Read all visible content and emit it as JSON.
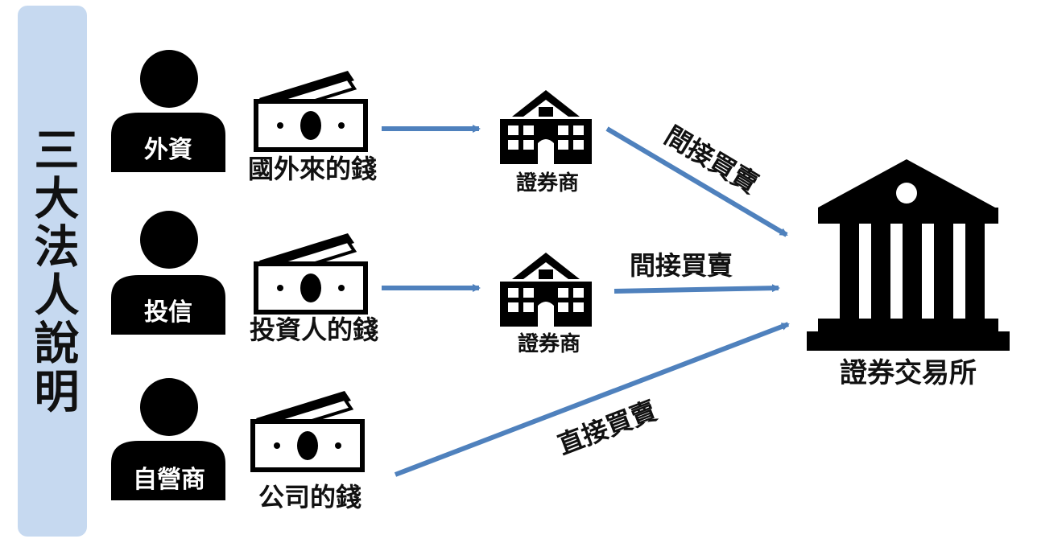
{
  "title": "三大法人說明",
  "investors": [
    {
      "name": "外資",
      "money": "國外來的錢"
    },
    {
      "name": "投信",
      "money": "投資人的錢"
    },
    {
      "name": "自營商",
      "money": "公司的錢"
    }
  ],
  "brokers": [
    "證券商",
    "證券商"
  ],
  "exchange": "證券交易所",
  "trades": {
    "indirect_1": "間接買賣",
    "indirect_2": "間接買賣",
    "direct": "直接買賣"
  },
  "colors": {
    "arrow": "#4f81bd",
    "sidebar": "#c6d9f0",
    "ink": "#111111"
  },
  "icons": {
    "person": "person-icon",
    "money": "money-stack-icon",
    "broker": "school-building-icon",
    "exchange": "bank-building-icon"
  }
}
